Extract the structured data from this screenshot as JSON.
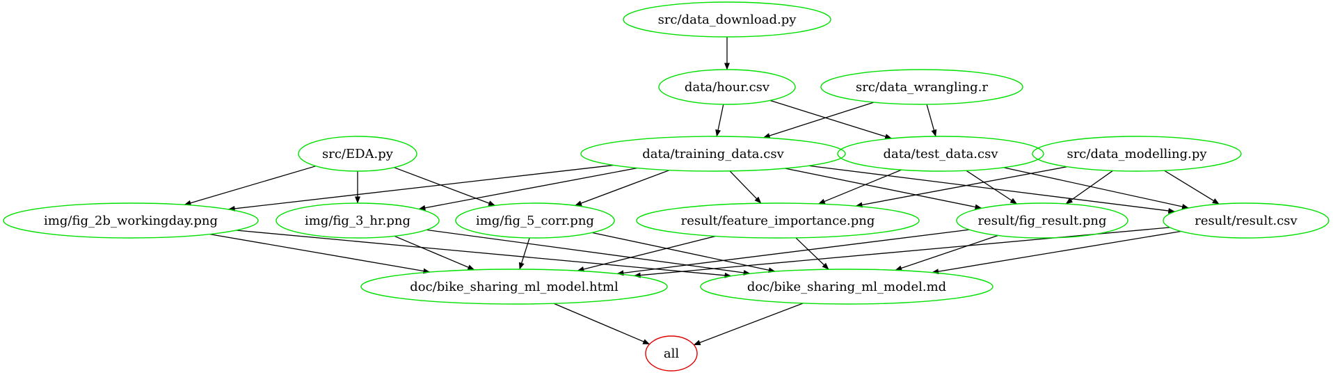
{
  "colors": {
    "node_default": "#00e000",
    "node_target": "#e00000",
    "edge": "#000000",
    "background": "#ffffff"
  },
  "nodes": [
    {
      "id": "data_download",
      "label": "src/data_download.py",
      "color": "node_default"
    },
    {
      "id": "hour",
      "label": "data/hour.csv",
      "color": "node_default"
    },
    {
      "id": "data_wrangling",
      "label": "src/data_wrangling.r",
      "color": "node_default"
    },
    {
      "id": "eda",
      "label": "src/EDA.py",
      "color": "node_default"
    },
    {
      "id": "training",
      "label": "data/training_data.csv",
      "color": "node_default"
    },
    {
      "id": "test",
      "label": "data/test_data.csv",
      "color": "node_default"
    },
    {
      "id": "modelling",
      "label": "src/data_modelling.py",
      "color": "node_default"
    },
    {
      "id": "fig2b",
      "label": "img/fig_2b_workingday.png",
      "color": "node_default"
    },
    {
      "id": "fig3",
      "label": "img/fig_3_hr.png",
      "color": "node_default"
    },
    {
      "id": "fig5",
      "label": "img/fig_5_corr.png",
      "color": "node_default"
    },
    {
      "id": "featimp",
      "label": "result/feature_importance.png",
      "color": "node_default"
    },
    {
      "id": "figresult",
      "label": "result/fig_result.png",
      "color": "node_default"
    },
    {
      "id": "resultcsv",
      "label": "result/result.csv",
      "color": "node_default"
    },
    {
      "id": "html",
      "label": "doc/bike_sharing_ml_model.html",
      "color": "node_default"
    },
    {
      "id": "md",
      "label": "doc/bike_sharing_ml_model.md",
      "color": "node_default"
    },
    {
      "id": "all",
      "label": "all",
      "color": "node_target"
    }
  ],
  "edges": [
    [
      "data_download",
      "hour"
    ],
    [
      "hour",
      "training"
    ],
    [
      "hour",
      "test"
    ],
    [
      "data_wrangling",
      "training"
    ],
    [
      "data_wrangling",
      "test"
    ],
    [
      "eda",
      "fig2b"
    ],
    [
      "eda",
      "fig3"
    ],
    [
      "eda",
      "fig5"
    ],
    [
      "training",
      "fig2b"
    ],
    [
      "training",
      "fig3"
    ],
    [
      "training",
      "fig5"
    ],
    [
      "training",
      "featimp"
    ],
    [
      "training",
      "figresult"
    ],
    [
      "training",
      "resultcsv"
    ],
    [
      "test",
      "featimp"
    ],
    [
      "test",
      "figresult"
    ],
    [
      "test",
      "resultcsv"
    ],
    [
      "modelling",
      "featimp"
    ],
    [
      "modelling",
      "figresult"
    ],
    [
      "modelling",
      "resultcsv"
    ],
    [
      "fig2b",
      "html"
    ],
    [
      "fig2b",
      "md"
    ],
    [
      "fig3",
      "html"
    ],
    [
      "fig3",
      "md"
    ],
    [
      "fig5",
      "html"
    ],
    [
      "fig5",
      "md"
    ],
    [
      "featimp",
      "html"
    ],
    [
      "featimp",
      "md"
    ],
    [
      "figresult",
      "html"
    ],
    [
      "figresult",
      "md"
    ],
    [
      "resultcsv",
      "html"
    ],
    [
      "resultcsv",
      "md"
    ],
    [
      "html",
      "all"
    ],
    [
      "md",
      "all"
    ]
  ]
}
